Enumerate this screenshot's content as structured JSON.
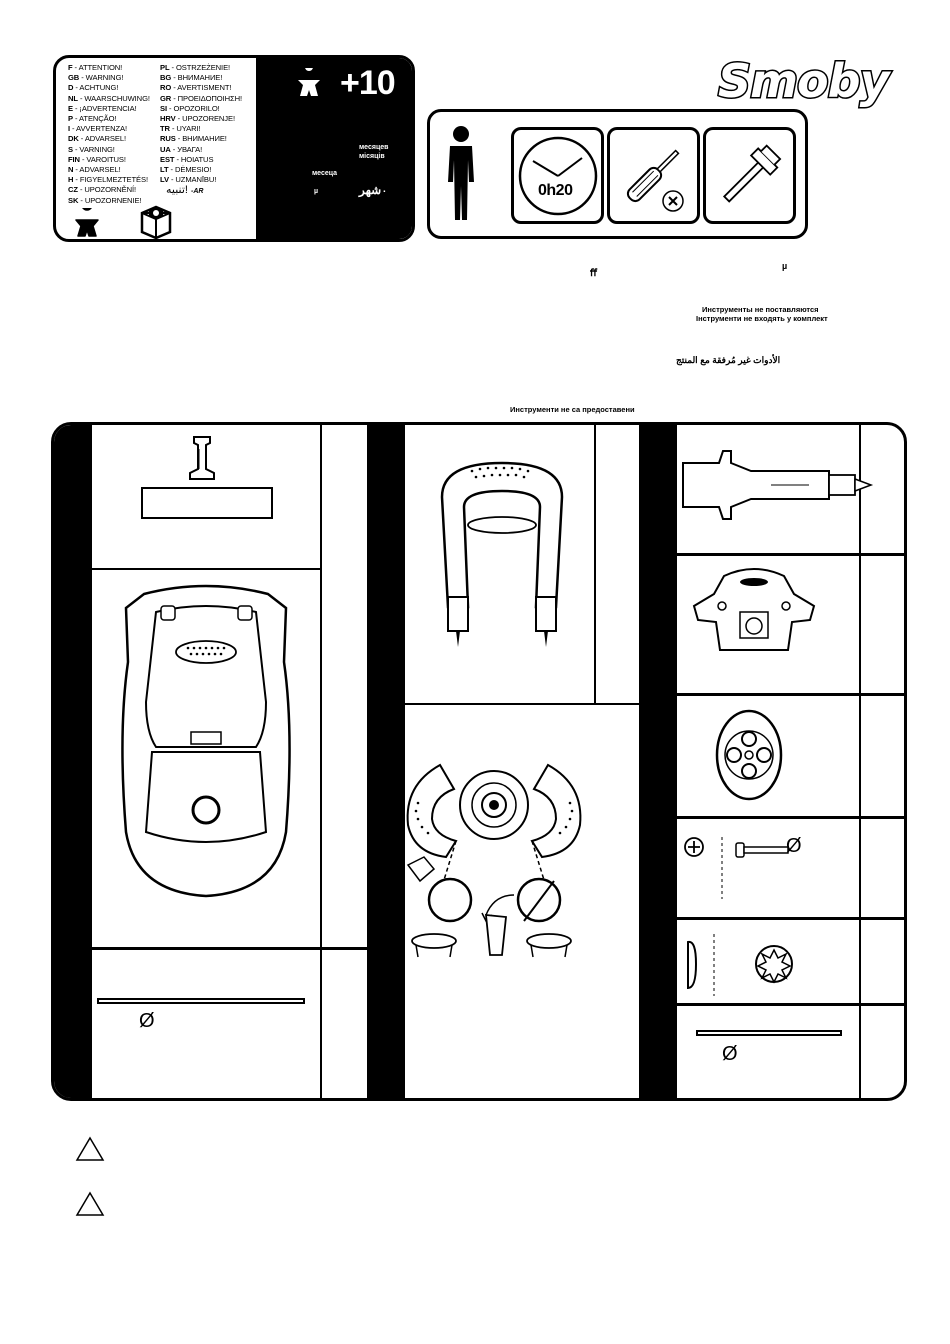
{
  "warnings": {
    "left": [
      {
        "code": "F",
        "text": "ATTENTION!"
      },
      {
        "code": "GB",
        "text": "WARNING!"
      },
      {
        "code": "D",
        "text": "ACHTUNG!"
      },
      {
        "code": "NL",
        "text": "WAARSCHUWING!"
      },
      {
        "code": "E",
        "text": "¡ADVERTENCIA!"
      },
      {
        "code": "P",
        "text": "ATENÇÃO!"
      },
      {
        "code": "I",
        "text": "AVVERTENZA!"
      },
      {
        "code": "DK",
        "text": "ADVARSEL!"
      },
      {
        "code": "S",
        "text": "VARNING!"
      },
      {
        "code": "FIN",
        "text": "VAROITUS!"
      },
      {
        "code": "N",
        "text": "ADVARSEL!"
      },
      {
        "code": "H",
        "text": "FIGYELMEZTETÉS!"
      },
      {
        "code": "CZ",
        "text": "UPOZORNĚNÍ!"
      },
      {
        "code": "SK",
        "text": "UPOZORNENIE!"
      }
    ],
    "right": [
      {
        "code": "PL",
        "text": "OSTRZEŻENIE!"
      },
      {
        "code": "BG",
        "text": "ВНИМАНИЕ!"
      },
      {
        "code": "RO",
        "text": "AVERTISMENT!"
      },
      {
        "code": "GR",
        "text": "ΠΡΟΕΙΔΟΠΟΙΗΣΗ!"
      },
      {
        "code": "SI",
        "text": "OPOZORILO!"
      },
      {
        "code": "HRV",
        "text": "UPOZORENJE!"
      },
      {
        "code": "TR",
        "text": "UYARI!"
      },
      {
        "code": "RUS",
        "text": "ВНИМАНИЕ!"
      },
      {
        "code": "UA",
        "text": "УВАГА!"
      },
      {
        "code": "EST",
        "text": "HOIATUS"
      },
      {
        "code": "LT",
        "text": "DĖMESIO!"
      },
      {
        "code": "LV",
        "text": "UZMANĪBU!"
      }
    ],
    "arabic": "تنبيه!",
    "arabic_code": "-AR",
    "age": "+10",
    "months_ru": "месяцев",
    "months_ua": "місяців",
    "months_bg": "месеца",
    "mu": "µ",
    "months_ar": "شهر",
    "dot": "."
  },
  "logo": "Smoby",
  "tools": {
    "time": "0h20"
  },
  "notes": {
    "ff": "ﬀ",
    "mu": "µ",
    "ru_tools": "Инструменты не поставляются",
    "ua_tools": "Інструменти не входять у комплект",
    "ar_tools": "الأدوات غير مُرفقة مع المنتج",
    "bg_tools": "Инструменти не са предоставени"
  },
  "parts": {
    "diameter_symbol": "Ø"
  }
}
